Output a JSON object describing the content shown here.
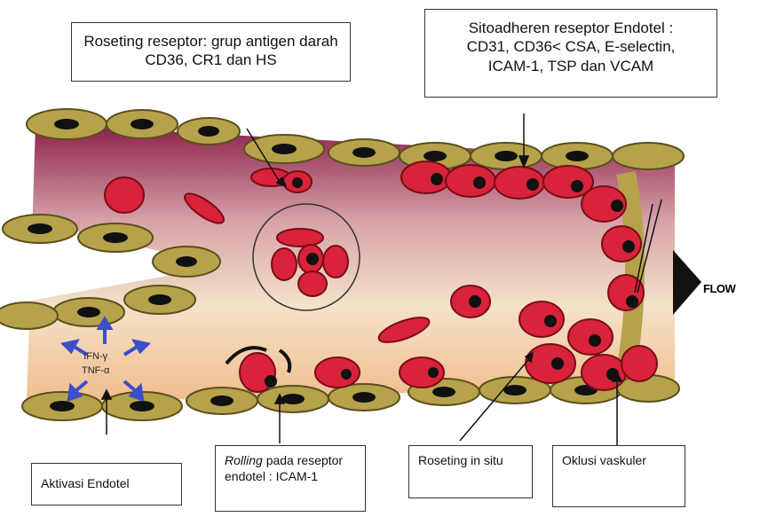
{
  "callouts": {
    "top_left": "Roseting reseptor: grup antigen darah CD36, CR1 dan HS",
    "top_right_line1": "Sitoadheren reseptor Endotel :",
    "top_right_line2": "CD31, CD36< CSA, E-selectin,",
    "top_right_line3": "ICAM-1, TSP dan VCAM",
    "bottom_aktivasi": "Aktivasi Endotel",
    "bottom_rolling_em": "Rolling",
    "bottom_rolling_rest": " pada reseptor endotel : ICAM-1",
    "bottom_roseting": "Roseting in situ",
    "bottom_oklusi": "Oklusi vaskuler"
  },
  "labels": {
    "flow": "FLOW",
    "ifn": "IFN-γ",
    "tnf": "TNF-α"
  },
  "colors": {
    "endothelium": "#b5a24a",
    "endothelium_edge": "#5a4f1c",
    "nucleus": "#111111",
    "rbc": "#d8233a",
    "rbc_edge": "#7a0c18",
    "lumen_top": "#8c1f4a",
    "lumen_bottom": "#f6c79a",
    "arrow_blue": "#3a4fc9"
  }
}
